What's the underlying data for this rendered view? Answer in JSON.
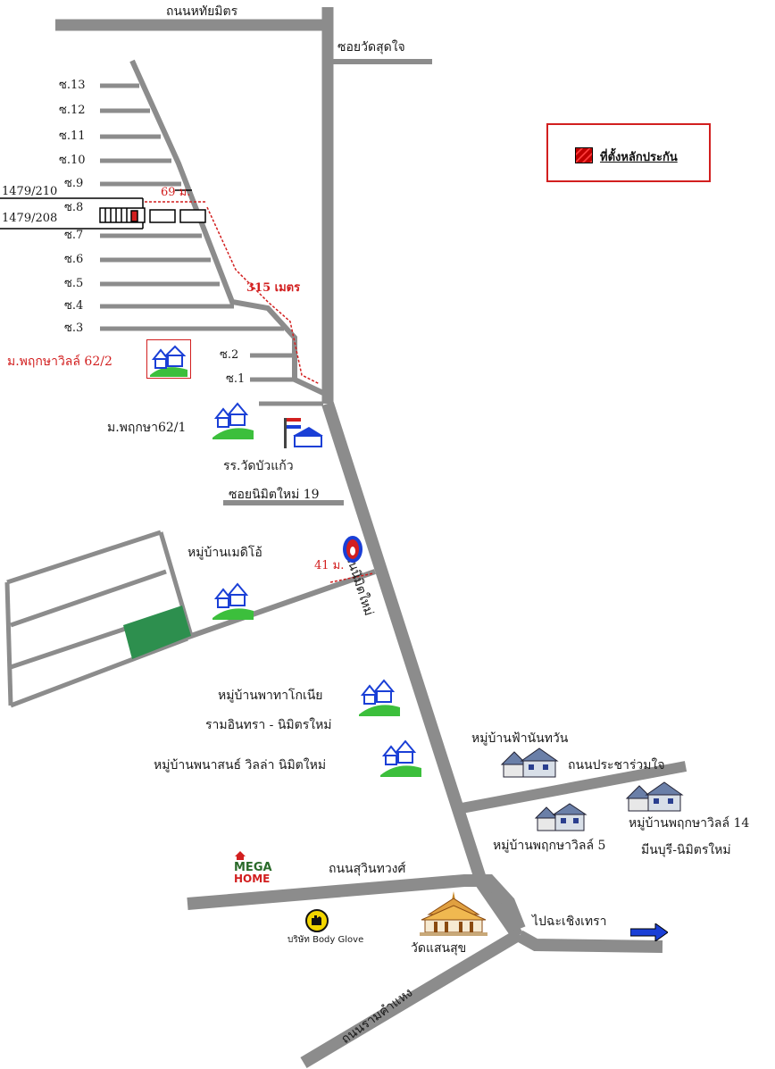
{
  "legend": {
    "label": "ที่ตั้งหลักประกัน",
    "color": "#d21f1f"
  },
  "roads": {
    "top": "ถนนหทัยมิตร",
    "soi_wat": "ซอยวัดสุดใจ",
    "main": "ถนนนิมิตใหม่",
    "soi19": "ซอยนิมิตใหม่ 19",
    "pracha": "ถนนประชาร่วมใจ",
    "suwin": "ถนนสุวินทวงศ์",
    "ram": "ถนนรามคำแหง",
    "cha": "ไปฉะเชิงเทรา"
  },
  "sois": {
    "s13": "ซ.13",
    "s12": "ซ.12",
    "s11": "ซ.11",
    "s10": "ซ.10",
    "s9": "ซ.9",
    "s8": "ซ.8",
    "s7": "ซ.7",
    "s6": "ซ.6",
    "s5": "ซ.5",
    "s4": "ซ.4",
    "s3": "ซ.3",
    "s2": "ซ.2",
    "s1": "ซ.1"
  },
  "parcels": {
    "a": "1479/210",
    "b": "1479/208"
  },
  "distances": {
    "d69": "69 ม.",
    "d315": "315 เมตร",
    "d41": "41 ม."
  },
  "places": {
    "m622": "ม.พฤกษาวิลล์ 62/2",
    "m621": "ม.พฤกษา62/1",
    "school": "รร.วัดบัวแก้ว",
    "medio": "หมู่บ้านเมดิโอ้",
    "patagonia1": "หมู่บ้านพาทาโกเนีย",
    "patagonia2": "รามอินทรา - นิมิตรใหม่",
    "panasonvilla": "หมู่บ้านพนาสนธ์ วิลล่า นิมิตใหม่",
    "fanan": "หมู่บ้านฟ้านันทวัน",
    "pv5": "หมู่บ้านพฤกษาวิลล์ 5",
    "pv14a": "หมู่บ้านพฤกษาวิลล์ 14",
    "pv14b": "มีนบุรี-นิมิตรใหม่",
    "temple": "วัดแสนสุข",
    "bodyglove": "บริษัท Body Glove",
    "mega1": "MEGA",
    "mega2": "HOME"
  }
}
